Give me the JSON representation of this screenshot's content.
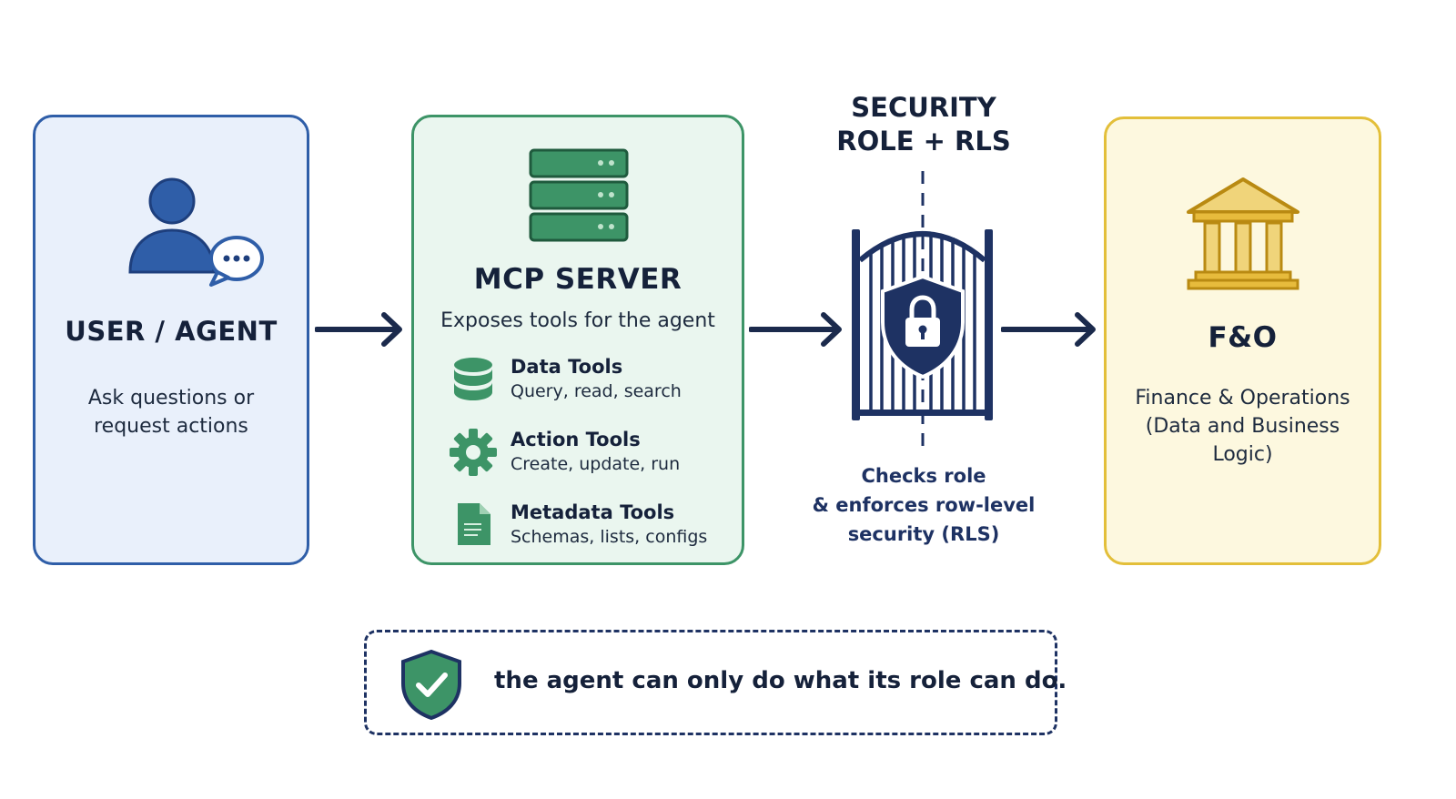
{
  "user_agent": {
    "title": "USER / AGENT",
    "description_line1": "Ask questions or",
    "description_line2": "request actions",
    "icon": "user-chat-icon"
  },
  "mcp_server": {
    "title": "MCP SERVER",
    "subtitle": "Exposes tools for the agent",
    "icon": "server-stack-icon",
    "tools": [
      {
        "name": "Data Tools",
        "description": "Query, read, search",
        "icon": "database-icon"
      },
      {
        "name": "Action Tools",
        "description": "Create, update, run",
        "icon": "gear-icon"
      },
      {
        "name": "Metadata Tools",
        "description": "Schemas, lists, configs",
        "icon": "document-icon"
      }
    ]
  },
  "security": {
    "title_line1": "SECURITY",
    "title_line2": "ROLE + RLS",
    "description_line1": "Checks role",
    "description_line2": "& enforces row-level",
    "description_line3": "security (RLS)",
    "icon": "gate-shield-lock-icon"
  },
  "fo": {
    "title": "F&O",
    "description_line1": "Finance & Operations",
    "description_line2": "(Data and Business",
    "description_line3": "Logic)",
    "icon": "bank-building-icon"
  },
  "banner": {
    "text": "the agent can only do what its role can do.",
    "icon": "shield-check-icon"
  },
  "colors": {
    "blue_border": "#2f5ea8",
    "green_border": "#3d9467",
    "gold_border": "#e3bf3a",
    "navy": "#1e3263"
  }
}
